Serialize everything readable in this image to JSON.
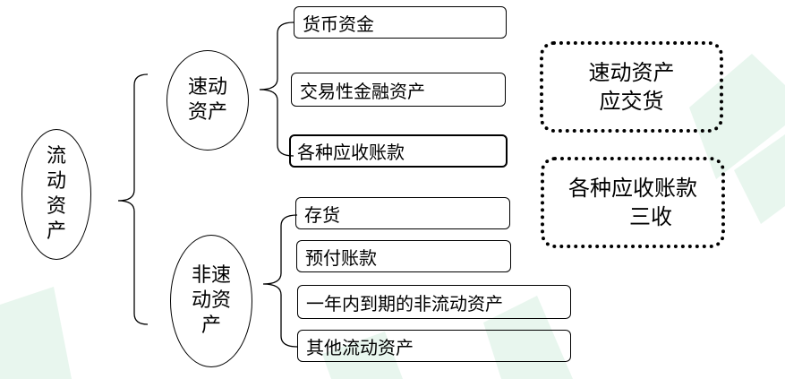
{
  "root": {
    "lines": [
      "流",
      "动",
      "资",
      "产"
    ]
  },
  "groups": [
    {
      "lines": [
        "速动",
        "资产"
      ],
      "items": [
        "货币资金",
        "交易性金融资产",
        "各种应收账款"
      ]
    },
    {
      "lines": [
        "非速",
        "动资",
        "产"
      ],
      "items": [
        "存货",
        "预付账款",
        "一年内到期的非流动资产",
        "其他流动资产"
      ]
    }
  ],
  "notes": [
    {
      "lines": [
        "速动资产",
        "应交货"
      ]
    },
    {
      "lines": [
        "各种应收账款",
        "三收"
      ]
    }
  ],
  "colors": {
    "line": "#000000",
    "watermark": "#e8f6ee"
  }
}
